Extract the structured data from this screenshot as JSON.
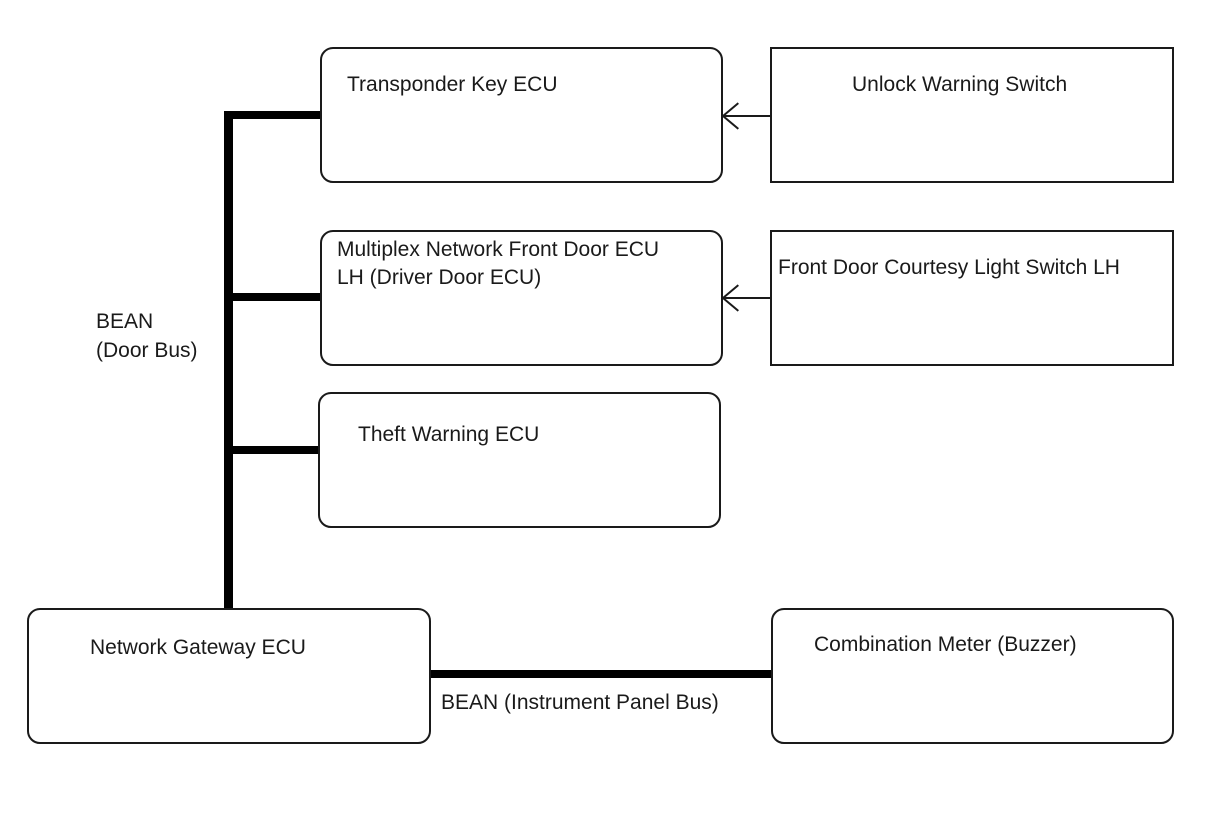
{
  "nodes": {
    "transponder_key_ecu": "Transponder Key ECU",
    "unlock_warning_switch": "Unlock Warning Switch",
    "front_door_ecu_line1": "Multiplex Network Front Door ECU",
    "front_door_ecu_line2": "LH (Driver Door ECU)",
    "courtesy_light_switch": "Front Door Courtesy Light Switch LH",
    "theft_warning_ecu": "Theft Warning ECU",
    "network_gateway_ecu": "Network Gateway ECU",
    "combination_meter": "Combination Meter (Buzzer)"
  },
  "buses": {
    "door_bus_line1": "BEAN",
    "door_bus_line2": "(Door Bus)",
    "instrument_panel_bus": "BEAN (Instrument Panel Bus)"
  },
  "colors": {
    "stroke": "#1a1a1a",
    "bus": "#000000",
    "background": "#ffffff"
  }
}
